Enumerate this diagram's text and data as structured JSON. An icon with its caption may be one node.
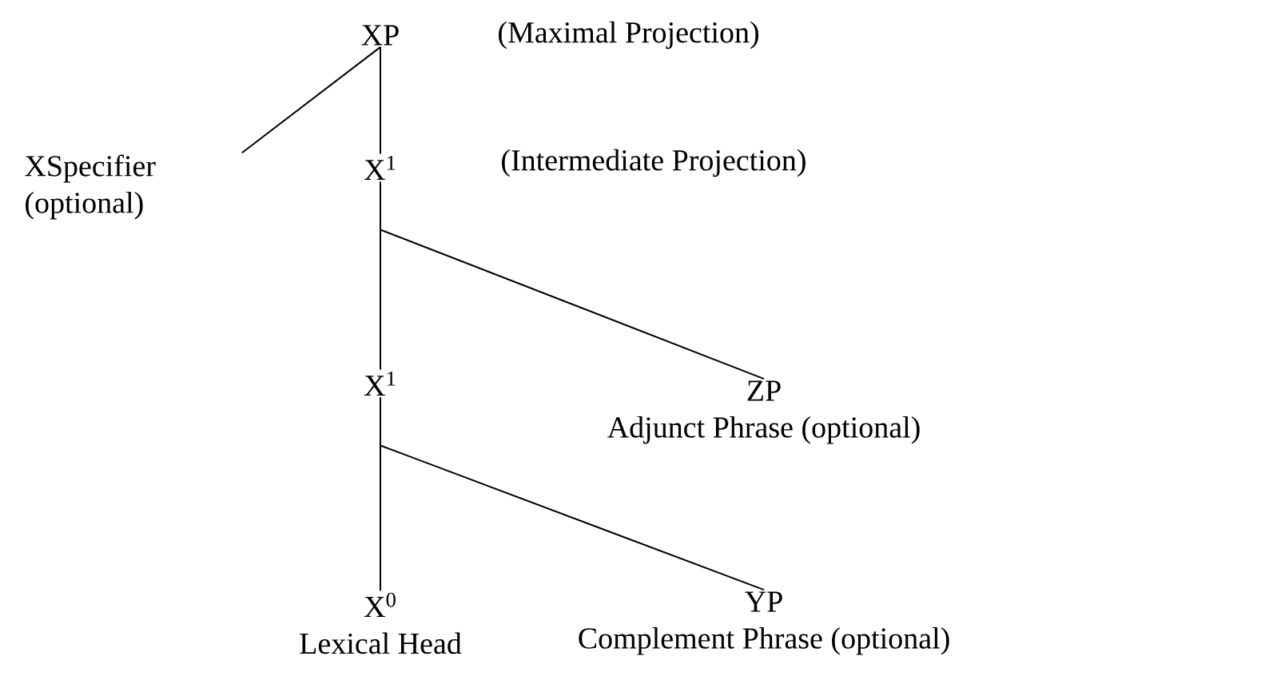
{
  "diagram": {
    "nodes": [
      {
        "text": [
          "XP"
        ],
        "beside": [
          "(Maximal Projection)"
        ]
      },
      {
        "text": [
          "XSpecifier (optional)"
        ]
      },
      {
        "text": [
          "X$^{1}$"
        ],
        "beside": [
          "(Intermediate Projection)"
        ]
      },
      {
        "text": [
          "X$^{1}$"
        ]
      },
      {
        "text": [
          "ZP",
          "Adjunct Phrase (optional)"
        ]
      },
      {
        "text": [
          "X$^{0}$",
          "Lexical Head"
        ]
      },
      {
        "text": [
          "YP",
          "Complement Phrase (optional)"
        ]
      }
    ],
    "edges": [
      {
        "from": 0,
        "to": 1,
        "arrow": "none"
      },
      {
        "from": 0,
        "to": 2,
        "arrow": "none"
      },
      {
        "from": 2,
        "to": 3,
        "arrow": "none"
      },
      {
        "from": 2,
        "to": 4,
        "arrow": "none"
      },
      {
        "from": 3,
        "to": 5,
        "arrow": "none"
      },
      {
        "from": 3,
        "to": 6,
        "arrow": "none"
      }
    ]
  }
}
